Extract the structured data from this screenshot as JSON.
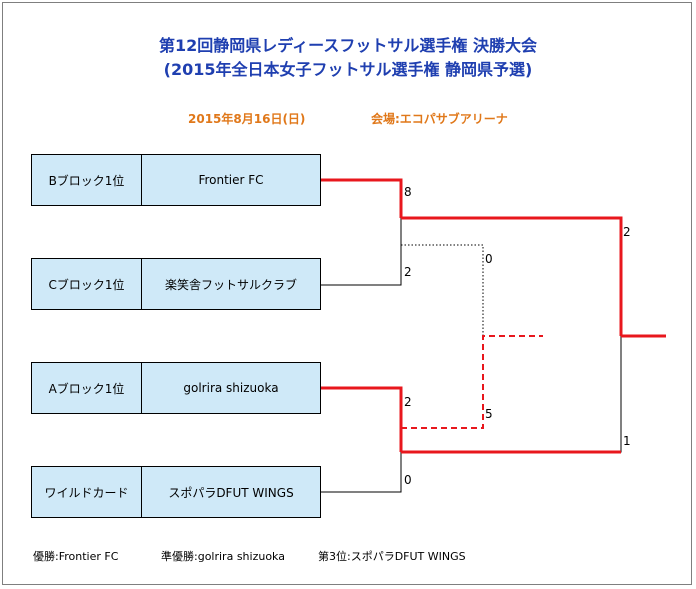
{
  "title": {
    "line1": "第12回静岡県レディースフットサル選手権  決勝大会",
    "line2": "(2015年全日本女子フットサル選手権  静岡県予選)"
  },
  "event": {
    "date": "2015年8月16日(日)",
    "venue": "会場:エコパサブアリーナ"
  },
  "teams": [
    {
      "seed": "Bブロック1位",
      "name": "Frontier FC"
    },
    {
      "seed": "Cブロック1位",
      "name": "楽笑舎フットサルクラブ"
    },
    {
      "seed": "Aブロック1位",
      "name": "golrira shizuoka"
    },
    {
      "seed": "ワイルドカード",
      "name": "スポパラDFUT WINGS"
    }
  ],
  "scores": {
    "sf1_top": "8",
    "sf1_bottom": "2",
    "sf2_top": "2",
    "sf2_bottom": "0",
    "third_top": "0",
    "third_bottom": "5",
    "final_top": "2",
    "final_bottom": "1"
  },
  "results": {
    "winner": "優勝:Frontier FC",
    "runner_up": "準優勝:golrira shizuoka",
    "third": "第3位:スポパラDFUT WINGS"
  },
  "colors": {
    "title": "#1f3fb0",
    "date": "#e0781a",
    "team_box": "#cfe9f8",
    "winner_line": "#e8171d",
    "loser_line": "#000000"
  }
}
